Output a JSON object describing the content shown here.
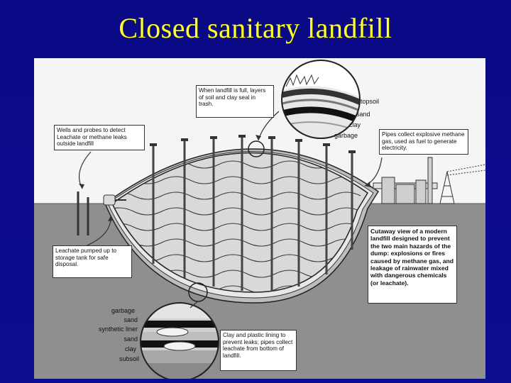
{
  "slide": {
    "title": "Closed sanitary landfill"
  },
  "callouts": {
    "top_seal": "When landfill is full, layers of soil and clay seal in trash.",
    "wells": "Wells and probes to detect Leachate or methane leaks outside landfill",
    "pipes_gas": "Pipes collect explosive methane gas, used as fuel to generate electricity.",
    "leachate_pump": "Leachate pumped up to storage tank for safe disposal.",
    "cutaway": "Cutaway view of a modern landfill designed to prevent the two main hazards of the dump: explosions or fires caused by methane gas, and leakage of rainwater mixed with dangerous chemicals (or leachate).",
    "lining": "Clay and plastic lining to prevent leaks; pipes collect leachate from bottom of landfill."
  },
  "top_layers": [
    "topsoil",
    "sand",
    "clay",
    "garbage"
  ],
  "bottom_layers": [
    "garbage",
    "sand",
    "synthetic liner",
    "sand",
    "clay",
    "subsoil"
  ],
  "colors": {
    "background": "#0b0b8a",
    "title": "#ffff33",
    "ground": "#8f8f8f",
    "sky": "#f5f5f5",
    "trash": "#d9d9d9"
  }
}
